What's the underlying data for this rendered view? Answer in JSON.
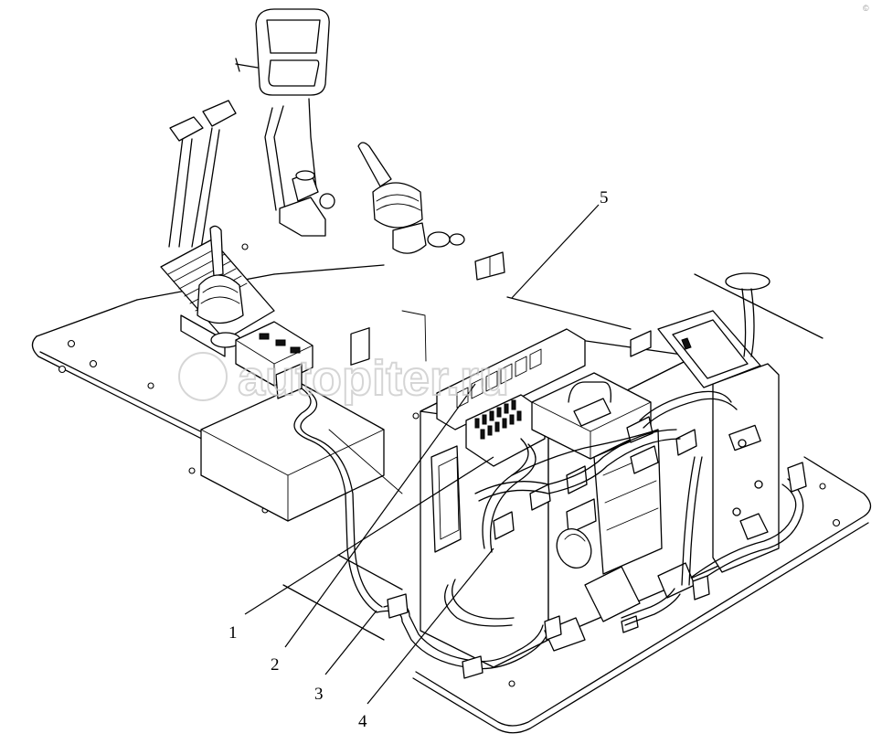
{
  "diagram": {
    "callouts": [
      {
        "id": "1",
        "label": "1"
      },
      {
        "id": "2",
        "label": "2"
      },
      {
        "id": "3",
        "label": "3"
      },
      {
        "id": "4",
        "label": "4"
      },
      {
        "id": "5",
        "label": "5"
      }
    ]
  },
  "watermark": {
    "text": "autopiter.ru",
    "corner_tag": "©"
  }
}
